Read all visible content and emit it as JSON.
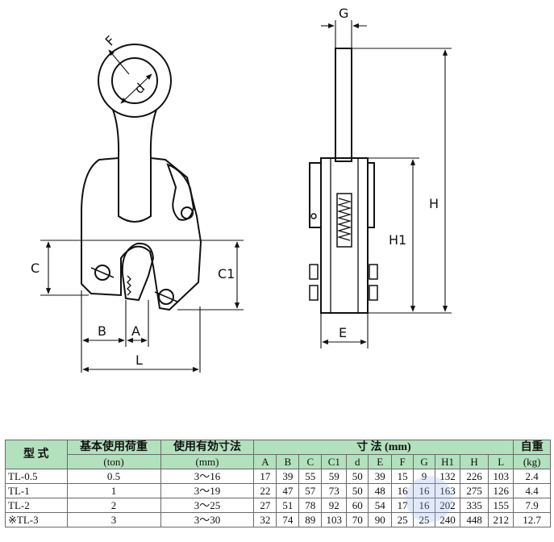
{
  "drawing": {
    "front_labels": {
      "F": "F",
      "d": "d",
      "C": "C",
      "C1": "C1",
      "B": "B",
      "A": "A",
      "L": "L"
    },
    "side_labels": {
      "G": "G",
      "H": "H",
      "H1": "H1",
      "E": "E"
    }
  },
  "table": {
    "headers": {
      "model": "型 式",
      "load_title": "基本使用荷重",
      "load_unit": "(ton)",
      "range_title": "使用有効寸法",
      "range_unit": "(mm)",
      "dims_title": "寸 法 (mm)",
      "weight_title": "自重",
      "weight_unit": "(kg)"
    },
    "dim_columns": [
      "A",
      "B",
      "C",
      "C1",
      "d",
      "E",
      "F",
      "G",
      "H1",
      "H",
      "L"
    ],
    "rows": [
      {
        "model": "TL-0.5",
        "load": "0.5",
        "range": "3〜16",
        "dims": [
          "17",
          "39",
          "55",
          "59",
          "50",
          "39",
          "15",
          "9",
          "132",
          "226",
          "103"
        ],
        "weight": "2.4"
      },
      {
        "model": "TL-1",
        "load": "1",
        "range": "3〜19",
        "dims": [
          "22",
          "47",
          "57",
          "73",
          "50",
          "48",
          "16",
          "16",
          "163",
          "275",
          "126"
        ],
        "weight": "4.4"
      },
      {
        "model": "TL-2",
        "load": "2",
        "range": "3〜25",
        "dims": [
          "27",
          "51",
          "78",
          "92",
          "60",
          "54",
          "17",
          "16",
          "202",
          "335",
          "155"
        ],
        "weight": "7.9"
      },
      {
        "model": "※TL-3",
        "load": "3",
        "range": "3〜30",
        "dims": [
          "32",
          "74",
          "89",
          "103",
          "70",
          "90",
          "25",
          "25",
          "240",
          "448",
          "212"
        ],
        "weight": "12.7"
      }
    ]
  }
}
